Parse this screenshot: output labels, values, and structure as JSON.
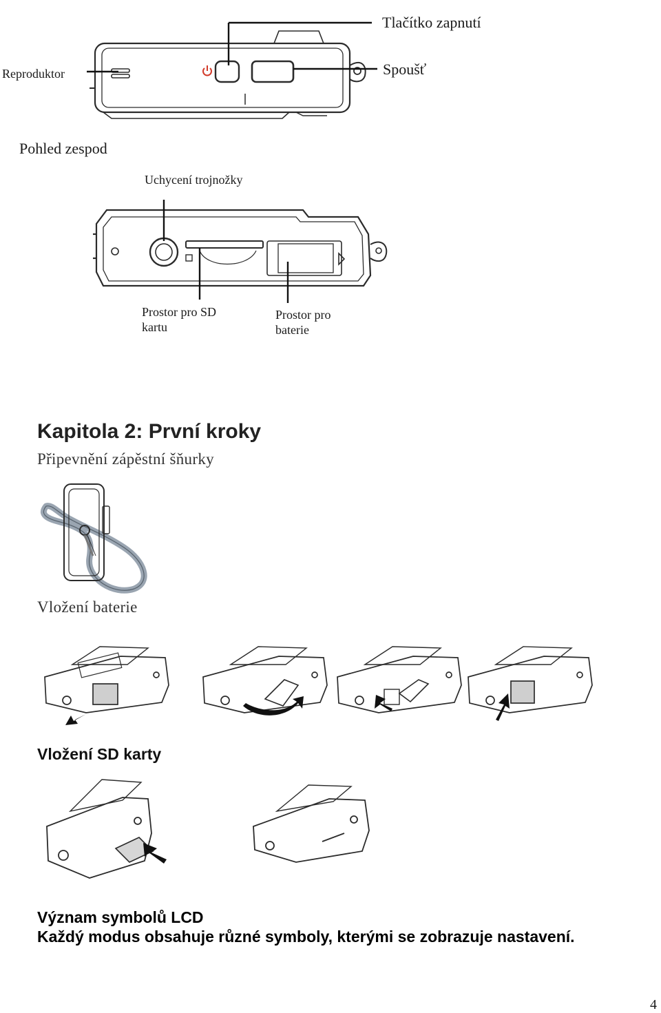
{
  "top_view": {
    "label_power": "Tlačítko zapnutí",
    "label_shutter": "Spoušť",
    "label_speaker": "Reproduktor"
  },
  "bottom_view": {
    "title": "Pohled zespod",
    "label_tripod": "Uchycení trojnožky",
    "label_sd_line1": "Prostor pro SD",
    "label_sd_line2": "kartu",
    "label_battery_line1": "Prostor pro",
    "label_battery_line2": "baterie"
  },
  "chapter": {
    "title": "Kapitola 2: První kroky",
    "strap_heading": "Připevnění zápěstní šňurky",
    "battery_heading": "Vložení baterie",
    "sd_heading": "Vložení SD karty",
    "lcd_heading": "Význam symbolů LCD",
    "lcd_text": "Každý modus obsahuje různé symboly, kterými se zobrazuje nastavení."
  },
  "page_number": "4",
  "icons": {
    "power": "power-icon",
    "arrow": "arrow-icon"
  },
  "colors": {
    "power_icon": "#d23a2a",
    "line_art": "#2b2b2b",
    "strap": "#9aa5b1"
  }
}
